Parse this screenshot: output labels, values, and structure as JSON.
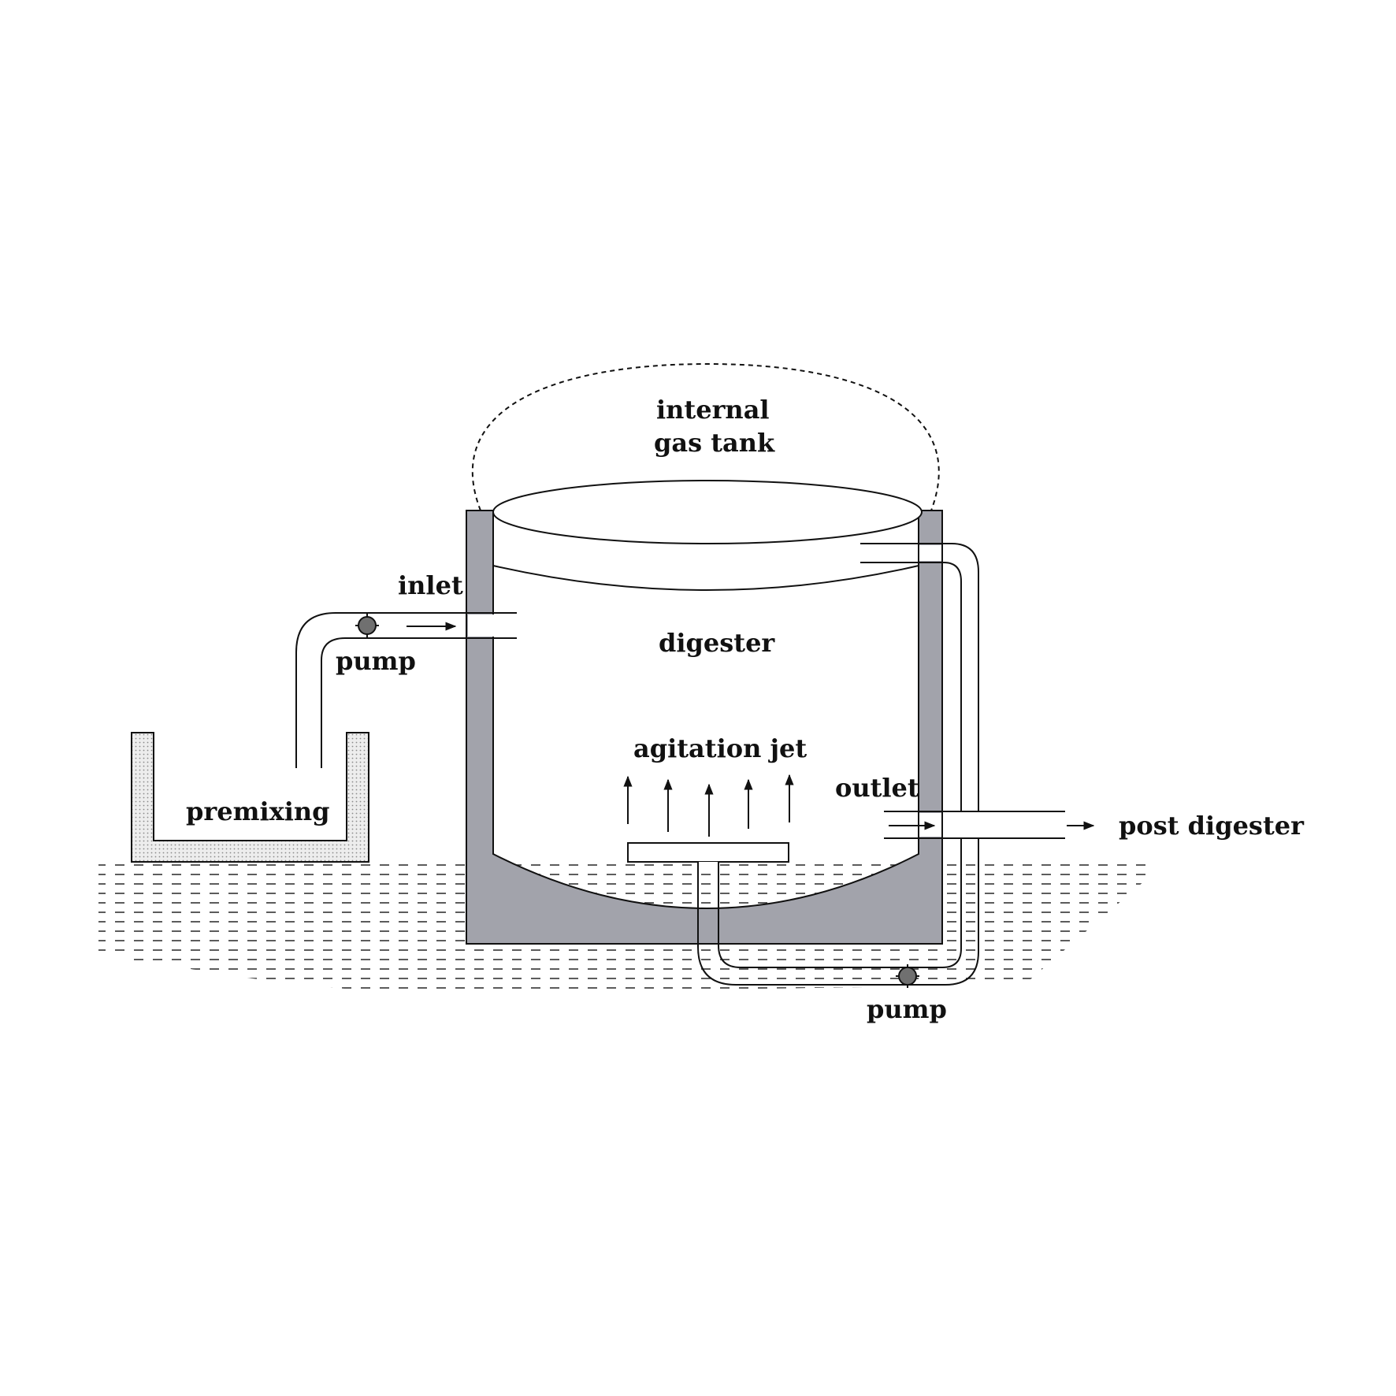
{
  "labels": {
    "gas_tank_line1": "internal",
    "gas_tank_line2": "gas tank",
    "inlet": "inlet",
    "pump_inlet": "pump",
    "digester": "digester",
    "agitation_jet": "agitation jet",
    "outlet": "outlet",
    "post_digester": "post digester",
    "premixing": "premixing",
    "pump_return": "pump"
  },
  "colors": {
    "wall": "#a2a3ab",
    "line": "#111111",
    "pump": "#707070",
    "ground": "#333333",
    "premix_fill": "#e6e6e6"
  }
}
